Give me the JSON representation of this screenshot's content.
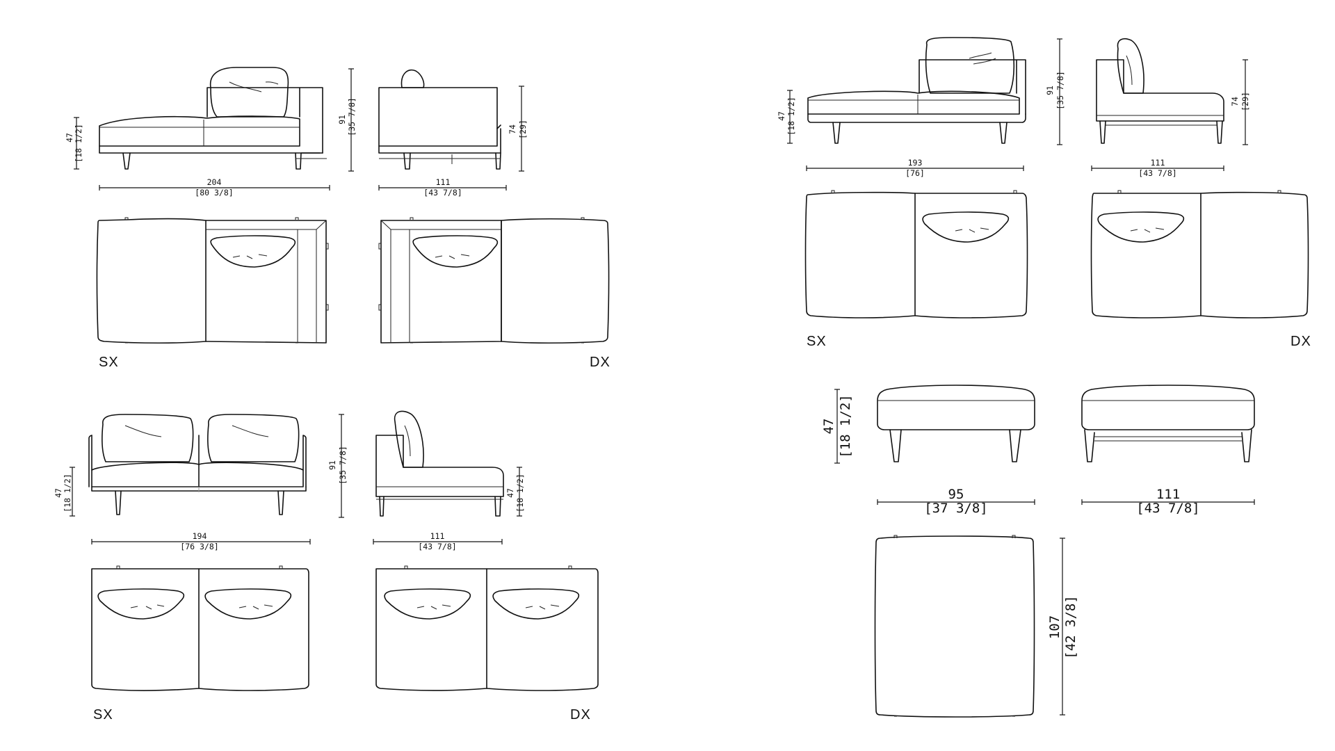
{
  "labels": {
    "left": "SX",
    "right": "DX"
  },
  "dims": {
    "w204": "204",
    "w204_in": "[80 3/8]",
    "h91": "91",
    "h91_in": "[35 7/8]",
    "h47": "47",
    "h47_in": "[18 1/2]",
    "h74": "74",
    "h74_in": "[29]",
    "d111": "111",
    "d111_in": "[43 7/8]",
    "w194": "194",
    "w194_in": "[76 3/8]",
    "w193": "193",
    "w193_in": "[76]",
    "w95": "95",
    "w95_in": "[37 3/8]",
    "d107": "107",
    "d107_in": "[42 3/8]"
  }
}
